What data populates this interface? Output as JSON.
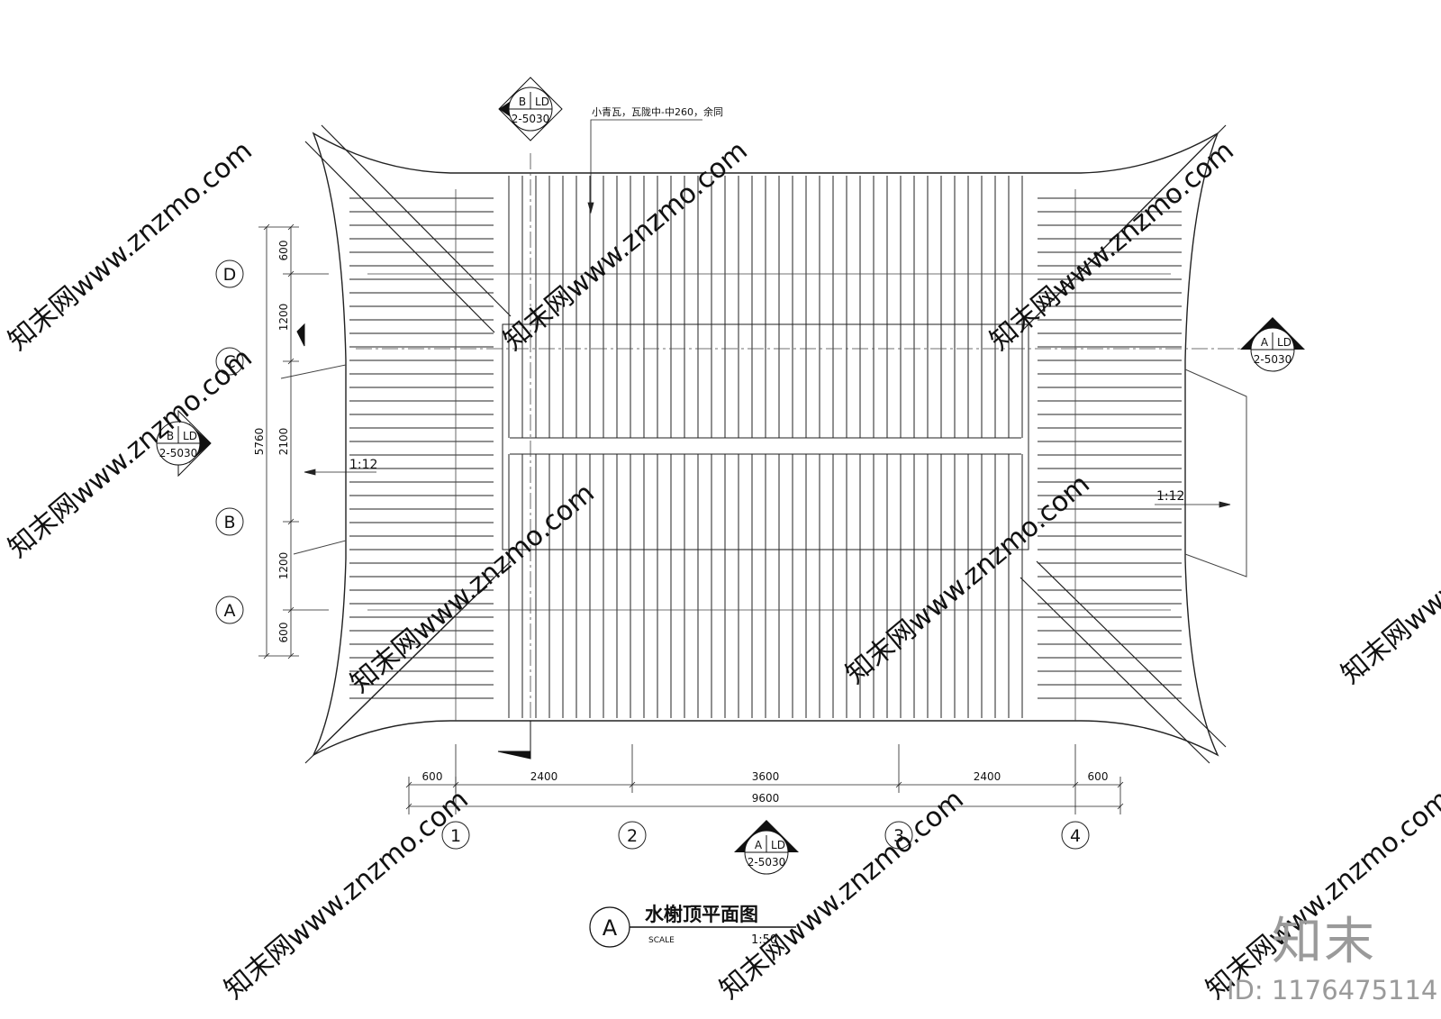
{
  "drawing": {
    "title": "水榭顶平面图",
    "title_marker": "A",
    "scale_label": "SCALE",
    "scale_value": "1:50",
    "note": "小青瓦，瓦陇中-中260，余同",
    "slope_left": "1:12",
    "slope_right": "1:12"
  },
  "grid": {
    "rows": [
      "D",
      "C",
      "B",
      "A"
    ],
    "cols": [
      "1",
      "2",
      "3",
      "4"
    ]
  },
  "dims": {
    "bottom": [
      "600",
      "2400",
      "3600",
      "2400",
      "600"
    ],
    "bottom_total": "9600",
    "left": [
      "600",
      "1200",
      "2100",
      "1200",
      "600"
    ],
    "left_total": "5760"
  },
  "section_marks": [
    {
      "letter": "B",
      "tag": "LD",
      "ref": "2-5030"
    },
    {
      "letter": "A",
      "tag": "LD",
      "ref": "2-5030"
    },
    {
      "letter": "A",
      "tag": "LD",
      "ref": "2-5030"
    },
    {
      "letter": "B",
      "tag": "LD",
      "ref": "2-5030"
    }
  ],
  "watermark": {
    "text": "知末网www.znzmo.com",
    "brand": "知末",
    "id": "ID: 1176475114"
  }
}
